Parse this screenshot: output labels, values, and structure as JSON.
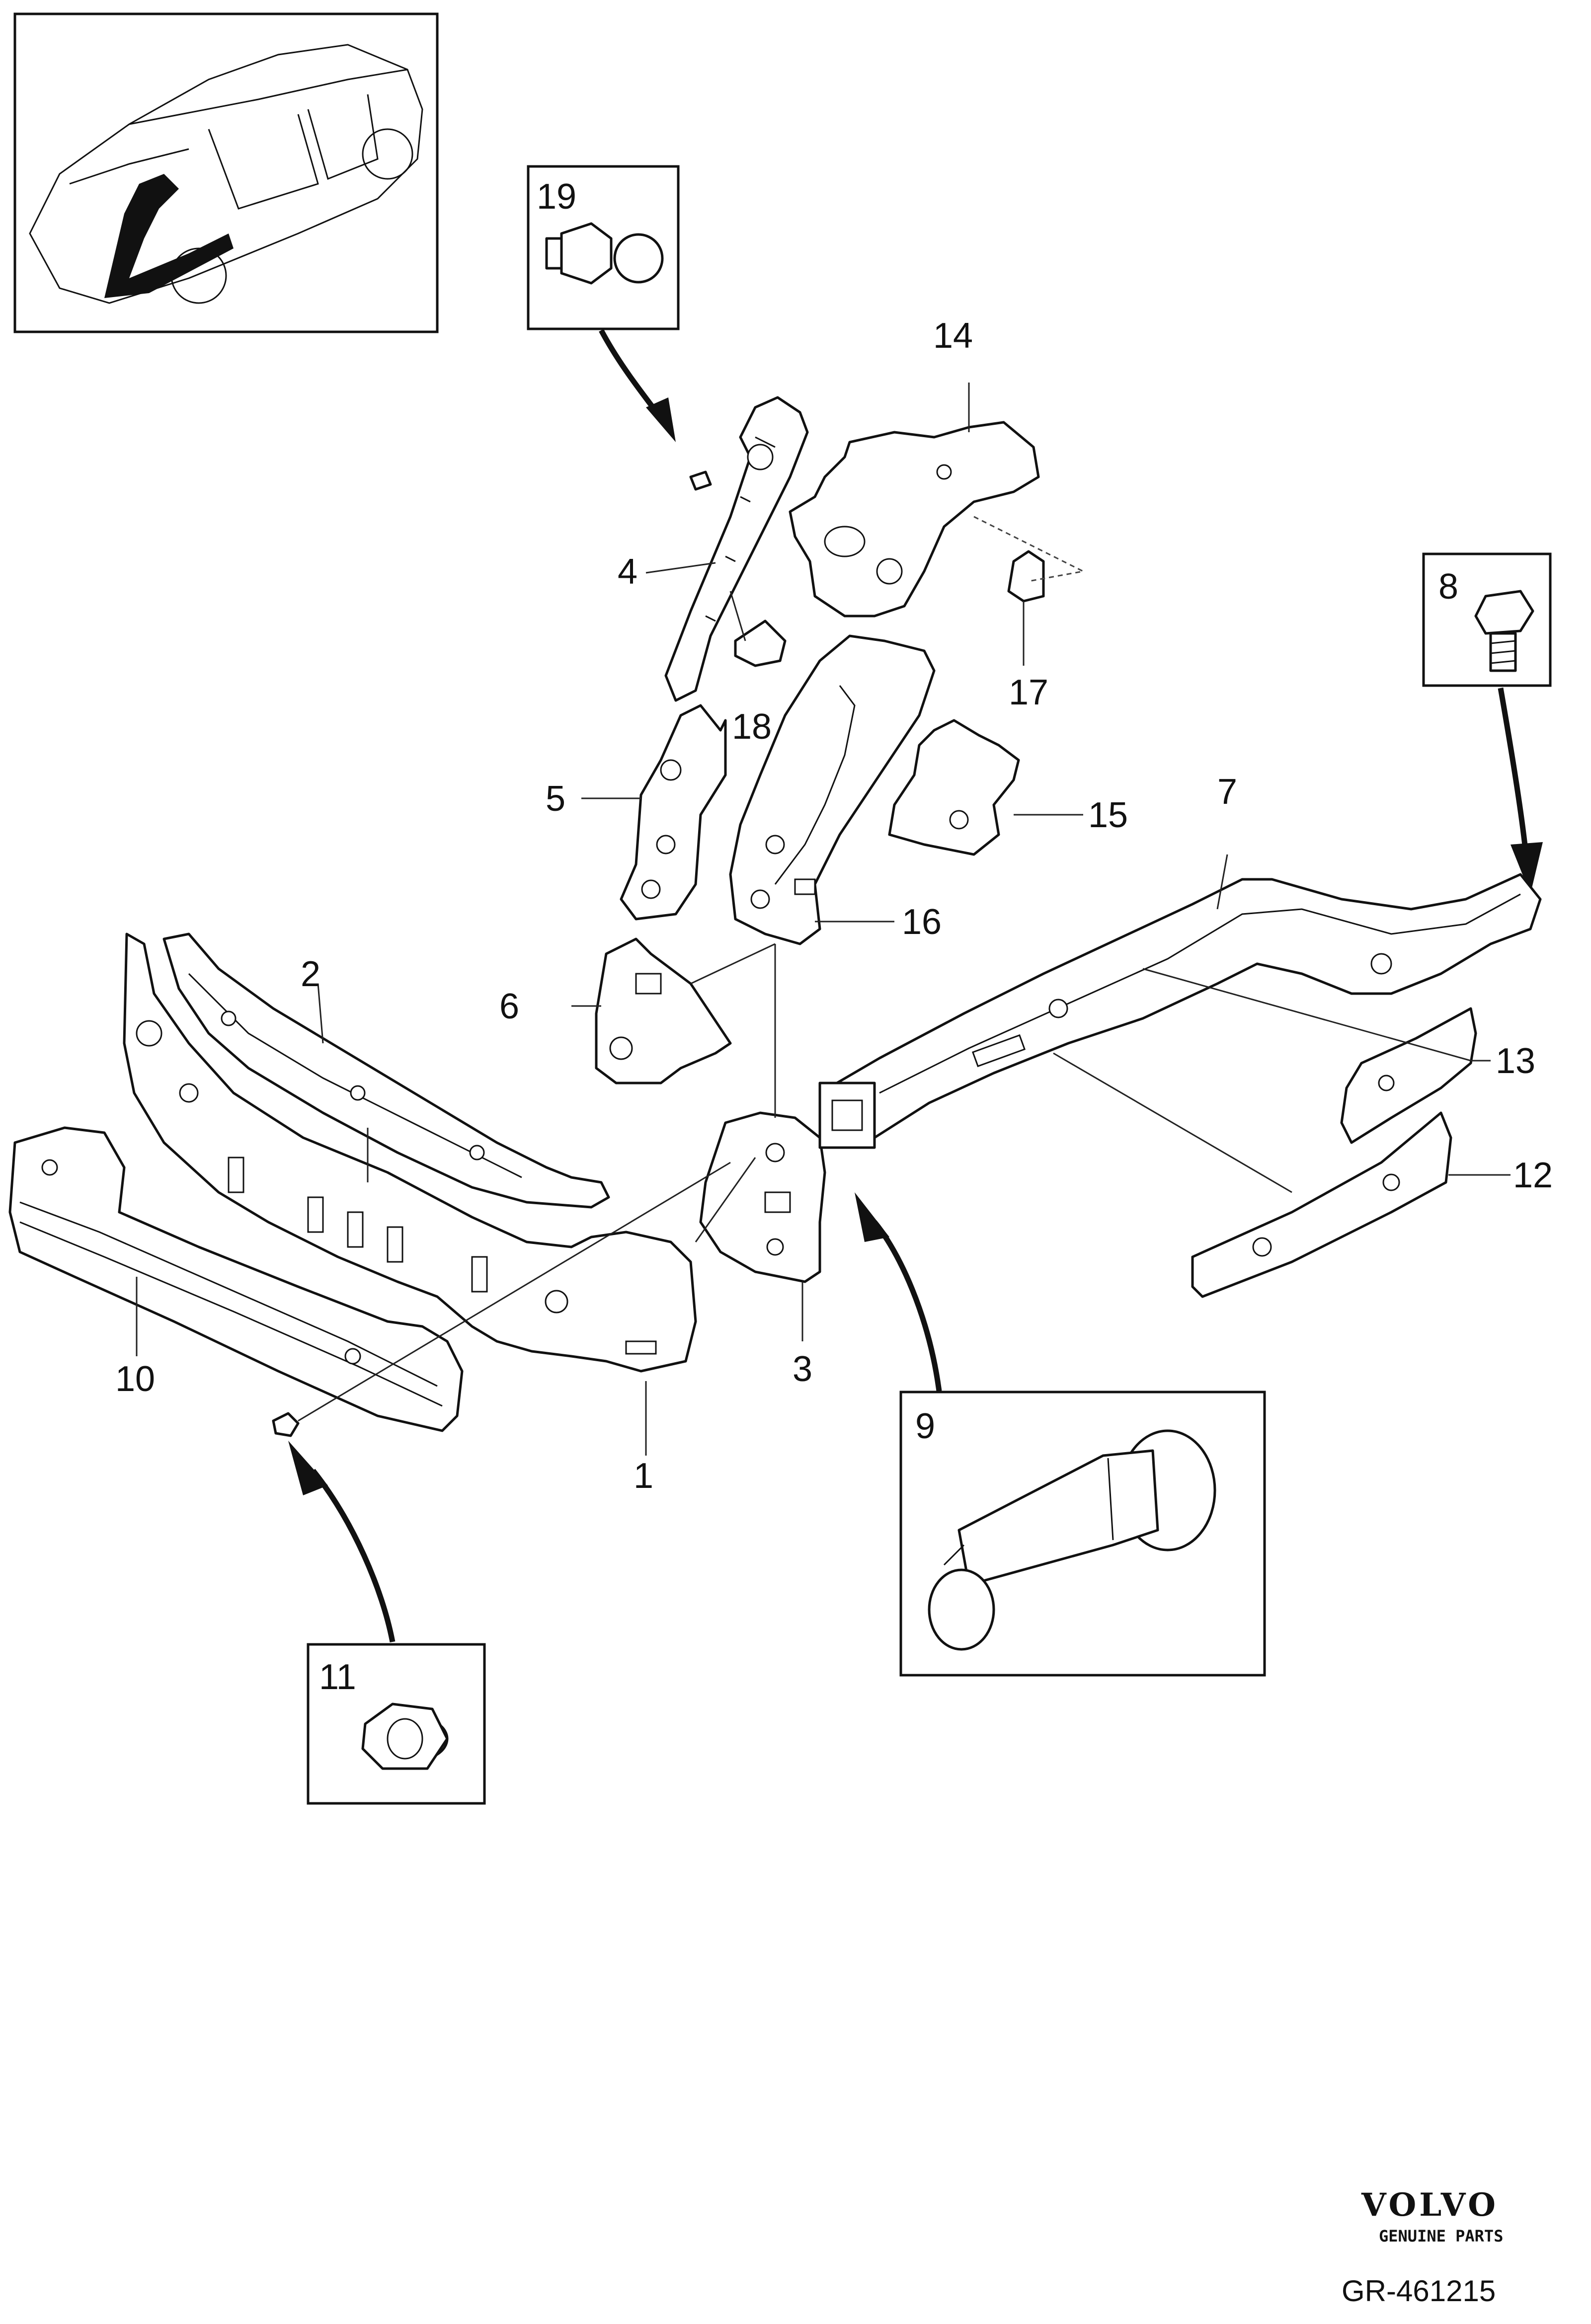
{
  "callouts": {
    "c1": "1",
    "c2": "2",
    "c3": "3",
    "c4": "4",
    "c5": "5",
    "c6": "6",
    "c7": "7",
    "c8": "8",
    "c9": "9",
    "c10": "10",
    "c11": "11",
    "c12": "12",
    "c13": "13",
    "c14": "14",
    "c15": "15",
    "c16": "16",
    "c17": "17",
    "c18": "18",
    "c19": "19"
  },
  "brand": {
    "name": "VOLVO",
    "tagline": "GENUINE PARTS"
  },
  "diagram_ref": "GR-461215",
  "thumbnail": {
    "icon": "car-location-thumbnail-icon"
  }
}
